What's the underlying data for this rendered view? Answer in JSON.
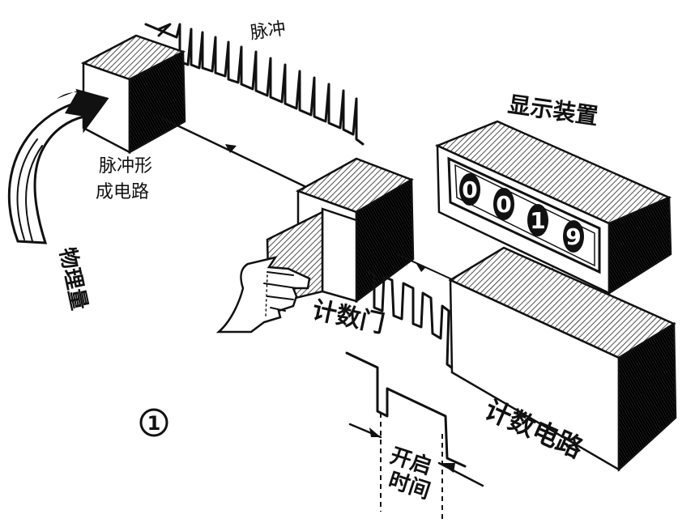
{
  "labels": {
    "pulse": "脉冲",
    "pulse_shaper": [
      "脉冲形",
      "成电路"
    ],
    "physical_quantity": "物理量",
    "counting_gate": "计数门",
    "display_device": "显示装置",
    "counter_circuit": "计数电路",
    "open_time": [
      "开启",
      "时间"
    ],
    "figure_number": "1"
  },
  "display_digits": [
    "0",
    "0",
    "1",
    "9"
  ]
}
